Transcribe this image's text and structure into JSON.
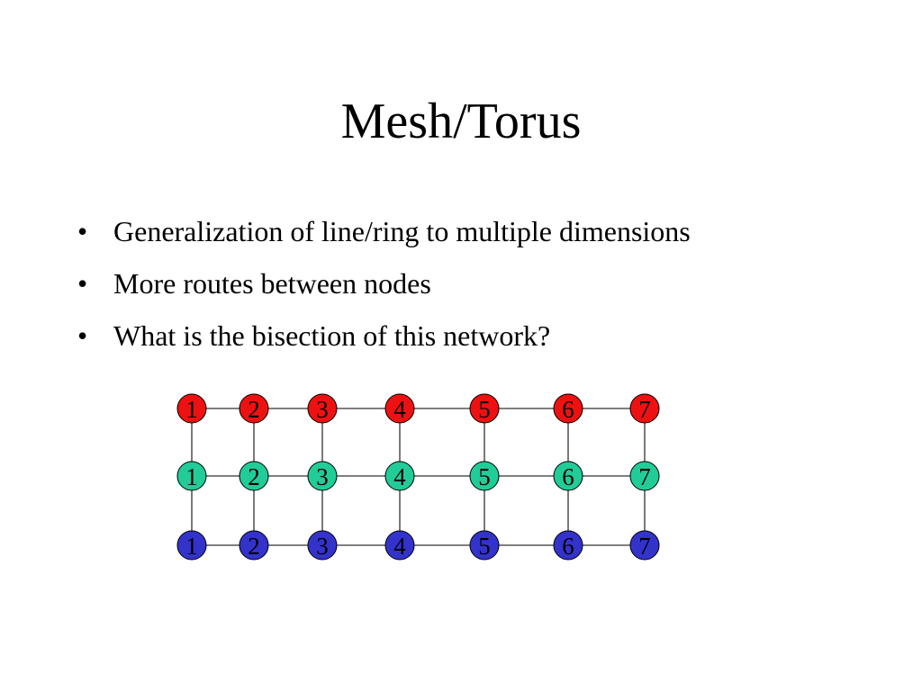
{
  "slide": {
    "title": "Mesh/Torus",
    "bullet_glyph": "•",
    "bullets": [
      "Generalization of line/ring to multiple dimensions",
      "More routes between nodes",
      "What is the bisection of this network?"
    ]
  },
  "diagram": {
    "columns": [
      "1",
      "2",
      "3",
      "4",
      "5",
      "6",
      "7"
    ],
    "rows": [
      {
        "name": "red-row",
        "color": "#ee1111"
      },
      {
        "name": "green-row",
        "color": "#22cc99"
      },
      {
        "name": "blue-row",
        "color": "#3333cc"
      }
    ],
    "line_color": "#333333",
    "node_stroke": "#000000"
  }
}
